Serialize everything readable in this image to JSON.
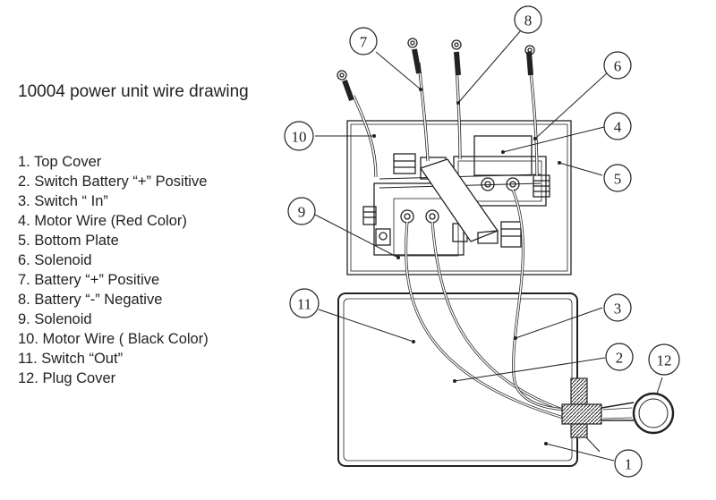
{
  "title": "10004 power unit wire drawing",
  "legend": [
    "1. Top Cover",
    "2. Switch Battery “+” Positive",
    "3. Switch “ In”",
    "4. Motor Wire (Red Color)",
    "5. Bottom Plate",
    "6. Solenoid",
    "7. Battery  “+” Positive",
    "8. Battery  “-” Negative",
    "9. Solenoid",
    "10. Motor Wire ( Black Color)",
    "11. Switch “Out”",
    "12. Plug Cover"
  ],
  "callouts": [
    "7",
    "8",
    "6",
    "10",
    "4",
    "5",
    "9",
    "11",
    "3",
    "2",
    "12",
    "1"
  ]
}
